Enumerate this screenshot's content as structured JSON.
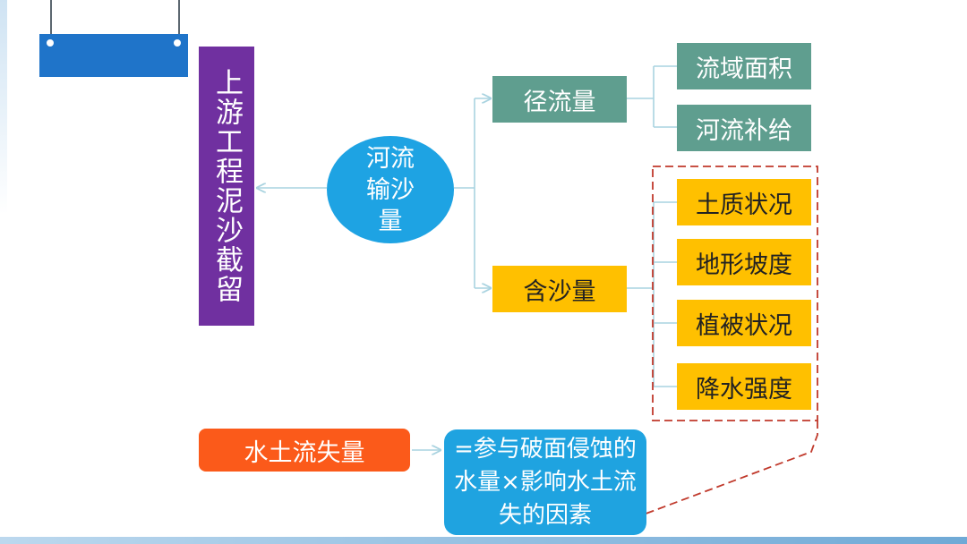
{
  "upstream": {
    "label": "上游工程泥沙截留"
  },
  "hub": {
    "label": "河流输沙量"
  },
  "branches": [
    {
      "label": "径流量",
      "factors": [
        "流域面积",
        "河流补给"
      ]
    },
    {
      "label": "含沙量",
      "factors": [
        "土质状况",
        "地形坡度",
        "植被状况",
        "降水强度"
      ]
    }
  ],
  "soil_loss": {
    "label": "水土流失量",
    "formula": "=参与破面侵蚀的水量×影响水土流失的因素"
  },
  "colors": {
    "purple": "#7030a0",
    "hub_blue": "#1ea3e3",
    "teal": "#5f9e8f",
    "yellow": "#ffc000",
    "orange": "#fb5a1a",
    "dashed_red": "#c0392b"
  }
}
